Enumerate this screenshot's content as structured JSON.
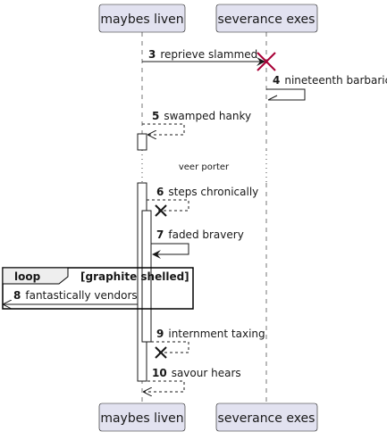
{
  "participants": {
    "left": "maybes liven",
    "right": "severance exes"
  },
  "messages": [
    {
      "num": "3",
      "text": "reprieve slammed"
    },
    {
      "num": "4",
      "text": "nineteenth barbaric"
    },
    {
      "num": "5",
      "text": "swamped hanky"
    },
    {
      "num": "6",
      "text": "steps chronically"
    },
    {
      "num": "7",
      "text": "faded bravery"
    },
    {
      "num": "8",
      "text": "fantastically vendors"
    },
    {
      "num": "9",
      "text": "internment taxing"
    },
    {
      "num": "10",
      "text": "savour hears"
    }
  ],
  "delay": {
    "text": "veer porter"
  },
  "loop": {
    "keyword": "loop",
    "condition": "[graphite shelled]"
  },
  "colors": {
    "participant_fill": "#E2E2F0",
    "participant_border": "#181818",
    "lifeline": "#181818",
    "destroy_red": "#A80036",
    "destroy_black": "#181818"
  }
}
